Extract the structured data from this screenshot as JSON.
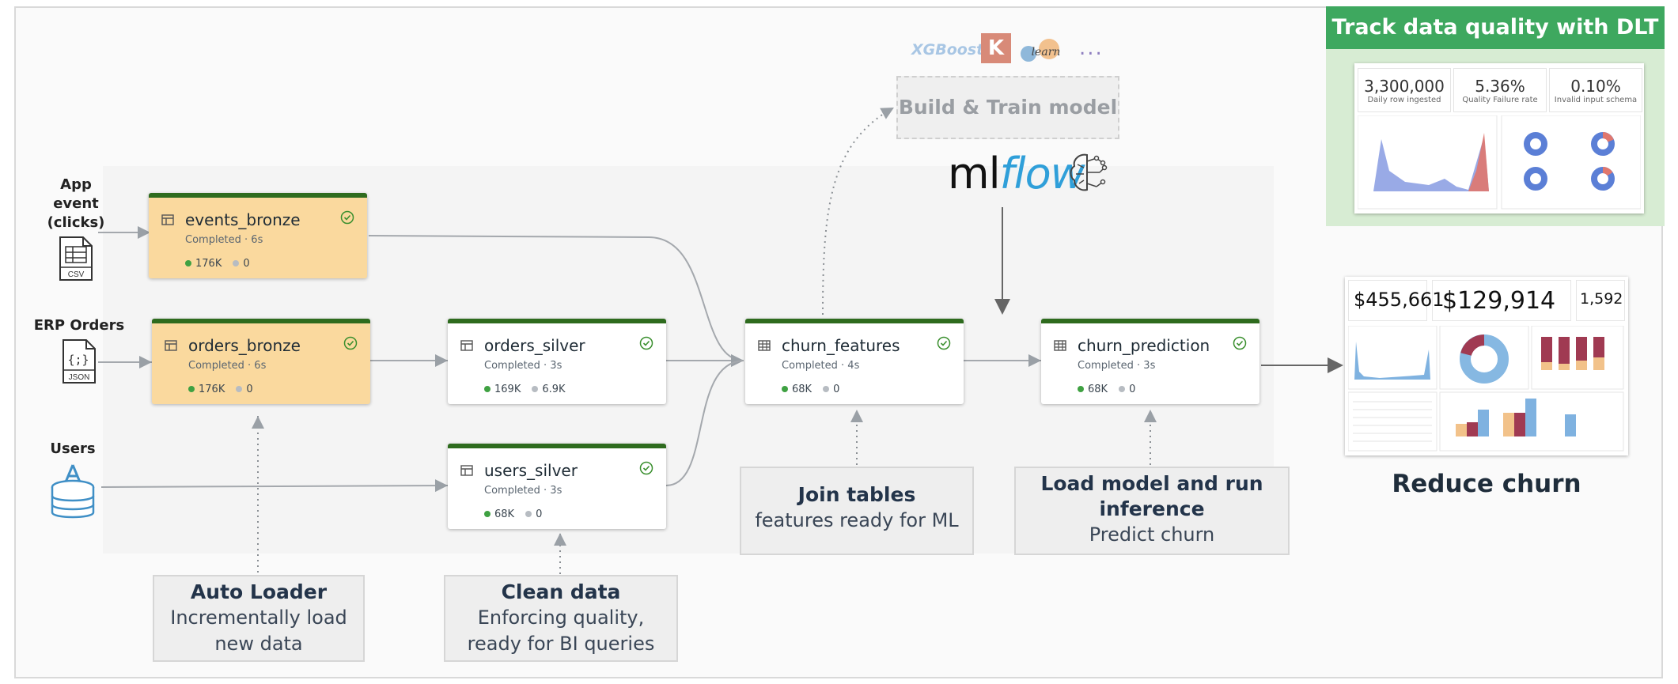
{
  "sources": {
    "app_event": "App event (clicks)",
    "app_event_icon": "csv-file-icon",
    "app_event_icon_text": "CSV",
    "erp": "ERP Orders",
    "erp_icon": "json-file-icon",
    "erp_icon_text": "JSON",
    "users": "Users",
    "users_icon": "database-icon"
  },
  "tables": {
    "events_bronze": {
      "name": "events_bronze",
      "status": "Completed · 6s",
      "rows": "176K",
      "dropped": "0"
    },
    "orders_bronze": {
      "name": "orders_bronze",
      "status": "Completed · 6s",
      "rows": "176K",
      "dropped": "0"
    },
    "orders_silver": {
      "name": "orders_silver",
      "status": "Completed · 3s",
      "rows": "169K",
      "dropped": "6.9K"
    },
    "users_silver": {
      "name": "users_silver",
      "status": "Completed · 3s",
      "rows": "68K",
      "dropped": "0"
    },
    "churn_features": {
      "name": "churn_features",
      "status": "Completed · 4s",
      "rows": "68K",
      "dropped": "0"
    },
    "churn_prediction": {
      "name": "churn_prediction",
      "status": "Completed · 3s",
      "rows": "68K",
      "dropped": "0"
    }
  },
  "notes": {
    "auto_loader": {
      "title": "Auto Loader",
      "line1": "Incrementally load",
      "line2": "new data"
    },
    "clean_data": {
      "title": "Clean data",
      "line1": "Enforcing quality,",
      "line2": "ready for BI queries"
    },
    "join_tables": {
      "title": "Join tables",
      "line1": "features ready for ML"
    },
    "load_model": {
      "title_line1": "Load model and run",
      "title_line2": "inference",
      "line1": "Predict churn"
    }
  },
  "ml": {
    "build_train": "Build & Train model",
    "libraries": {
      "xgboost": "XGBoost",
      "keras": "K",
      "sklearn": "learn",
      "more": "..."
    },
    "mlflow_ml": "ml",
    "mlflow_flow": "flow"
  },
  "dlt": {
    "title": "Track data quality with DLT",
    "kpis": [
      {
        "value": "3,300,000",
        "label": "Daily row ingested"
      },
      {
        "value": "5.36%",
        "label": "Quality Failure rate"
      },
      {
        "value": "0.10%",
        "label": "Invalid input schema"
      }
    ]
  },
  "churn_dashboard": {
    "kpis": [
      "$455,661",
      "$129,914",
      "1,592"
    ],
    "caption": "Reduce churn"
  },
  "colors": {
    "bronze": "#fad99e",
    "card_top": "#2e6b1e",
    "dlt_green": "#3ea85f"
  }
}
